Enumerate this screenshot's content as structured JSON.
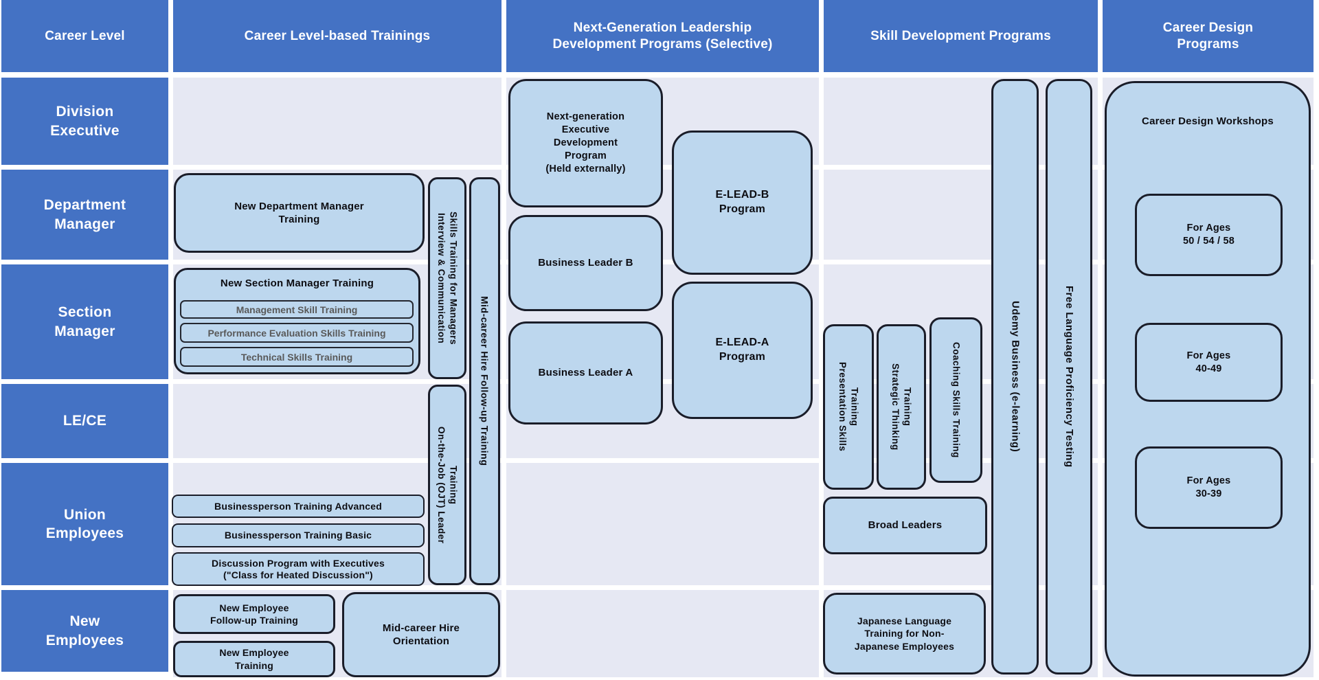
{
  "colors": {
    "header_blue": "#4472c4",
    "panel_lavender": "#e6e8f3",
    "box_fill": "#bdd7ee",
    "box_border": "#1a1d29",
    "sub_text_gray": "#595959"
  },
  "grid": {
    "corner_label": "Career Level",
    "column_headers": [
      "Career Level-based Trainings",
      "Next-Generation Leadership\nDevelopment Programs (Selective)",
      "Skill Development Programs",
      "Career Design\nPrograms"
    ],
    "row_labels": [
      "Division\nExecutive",
      "Department\nManager",
      "Section\nManager",
      "LE/CE",
      "Union\nEmployees",
      "New\nEmployees"
    ]
  },
  "career_level_trainings": {
    "new_department_manager": "New Department Manager\nTraining",
    "interview_communication": "Interview & Communication\nSkills Training for Managers",
    "mid_career_follow_up": "Mid-career Hire Follow-up Training",
    "ojt_leader": "On-the-Job (OJT) Leader\nTraining",
    "new_section_manager": "New Section Manager Training",
    "section_manager_subs": [
      "Management Skill Training",
      "Performance Evaluation Skills Training",
      "Technical Skills Training"
    ],
    "businessperson_advanced": "Businessperson Training Advanced",
    "businessperson_basic": "Businessperson Training Basic",
    "discussion_program": "Discussion Program with Executives\n(\"Class for Heated Discussion\")",
    "new_employee_follow_up": "New Employee\nFollow-up Training",
    "new_employee_training": "New Employee\nTraining",
    "mid_career_orientation": "Mid-career Hire\nOrientation"
  },
  "leadership_programs": {
    "next_gen_executive": "Next-generation\nExecutive\nDevelopment\nProgram\n(Held externally)",
    "business_leader_b": "Business Leader B",
    "business_leader_a": "Business Leader A",
    "e_lead_b": "E-LEAD-B\nProgram",
    "e_lead_a": "E-LEAD-A\nProgram"
  },
  "skill_programs": {
    "presentation": "Presentation Skills\nTraining",
    "strategic": "Strategic Thinking\nTraining",
    "coaching": "Coaching Skills Training",
    "broad_leaders": "Broad Leaders",
    "japanese_language": "Japanese Language\nTraining for Non-\nJapanese Employees",
    "udemy": "Udemy  Business  (e-learning)",
    "free_language": "Free Language Proficiency Testing"
  },
  "career_design": {
    "workshops": "Career Design Workshops",
    "ages_50": "For Ages\n50 / 54 / 58",
    "ages_40": "For Ages\n40-49",
    "ages_30": "For Ages\n30-39"
  }
}
